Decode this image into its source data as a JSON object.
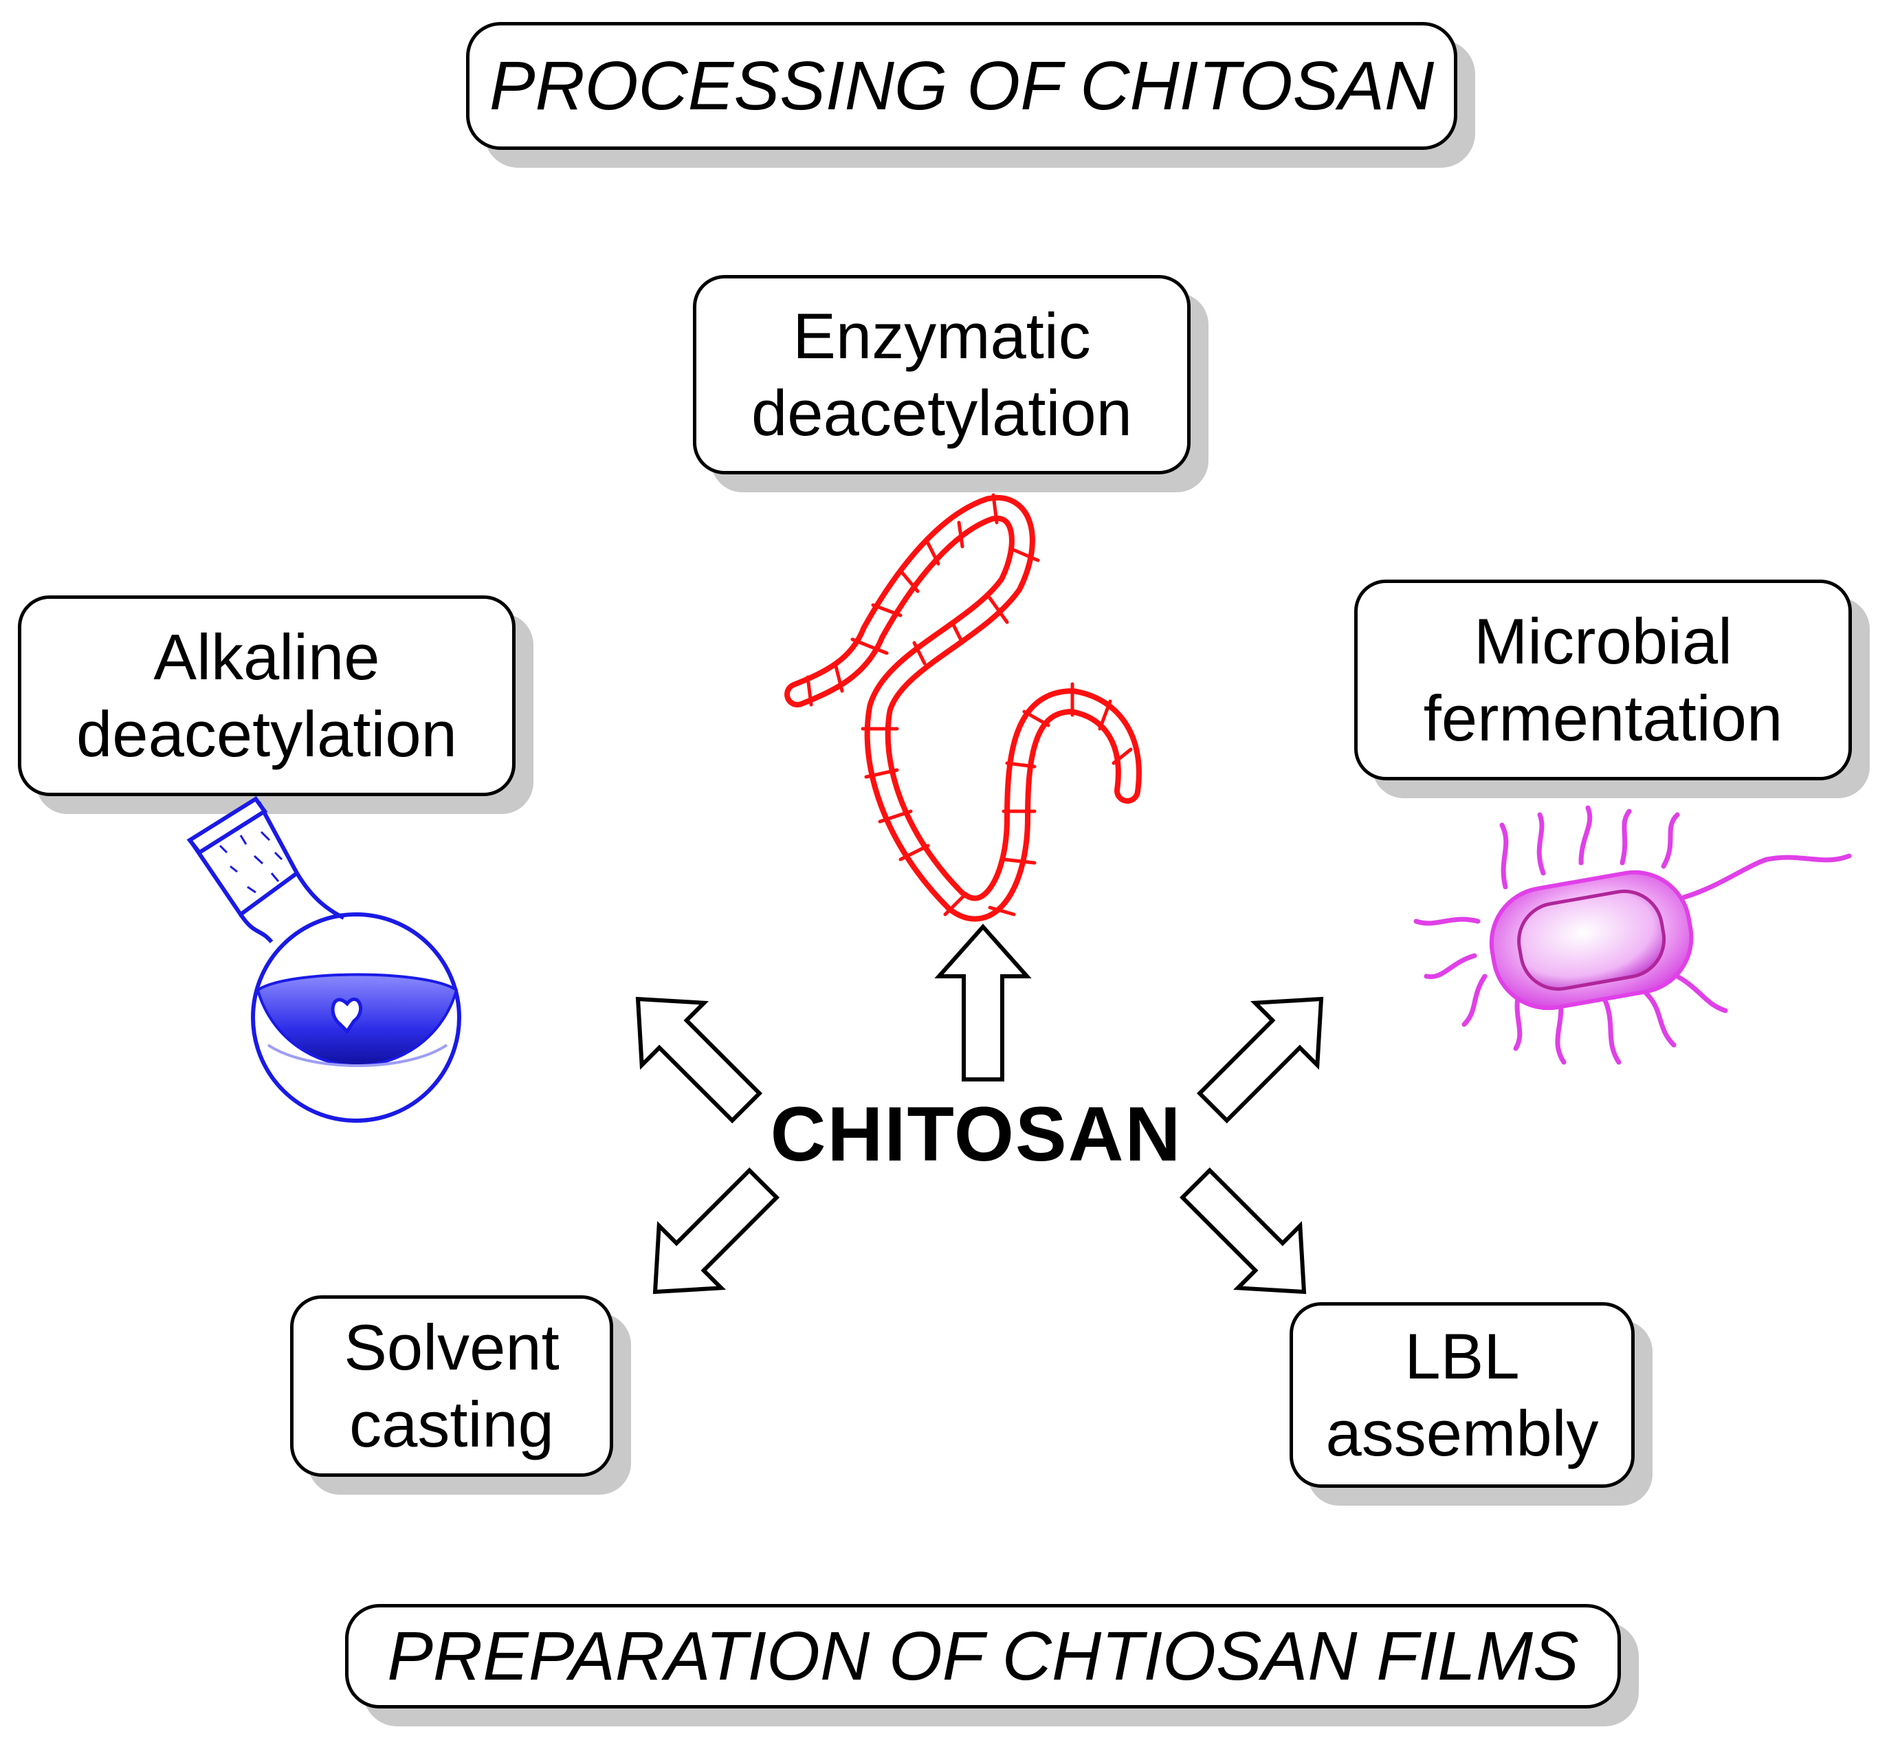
{
  "header": {
    "title": "PROCESSING OF CHITOSAN"
  },
  "footer": {
    "title": "PREPARATION OF CHTIOSAN FILMS"
  },
  "center": {
    "label": "CHITOSAN"
  },
  "nodes": {
    "enzymatic": {
      "line1": "Enzymatic",
      "line2": "deacetylation",
      "icon": "polymer-chain-icon"
    },
    "alkaline": {
      "line1": "Alkaline",
      "line2": "deacetylation",
      "icon": "round-bottom-flask-icon"
    },
    "microbial": {
      "line1": "Microbial",
      "line2": "fermentation",
      "icon": "bacterium-icon"
    },
    "solvent": {
      "line1": "Solvent",
      "line2": "casting"
    },
    "lbl": {
      "line1": "LBL",
      "line2": "assembly"
    }
  },
  "colors": {
    "chain": "#ff1010",
    "flask": "#1a1ae6",
    "bacterium": "#e040e8",
    "shadow": "#c9c9c9"
  }
}
